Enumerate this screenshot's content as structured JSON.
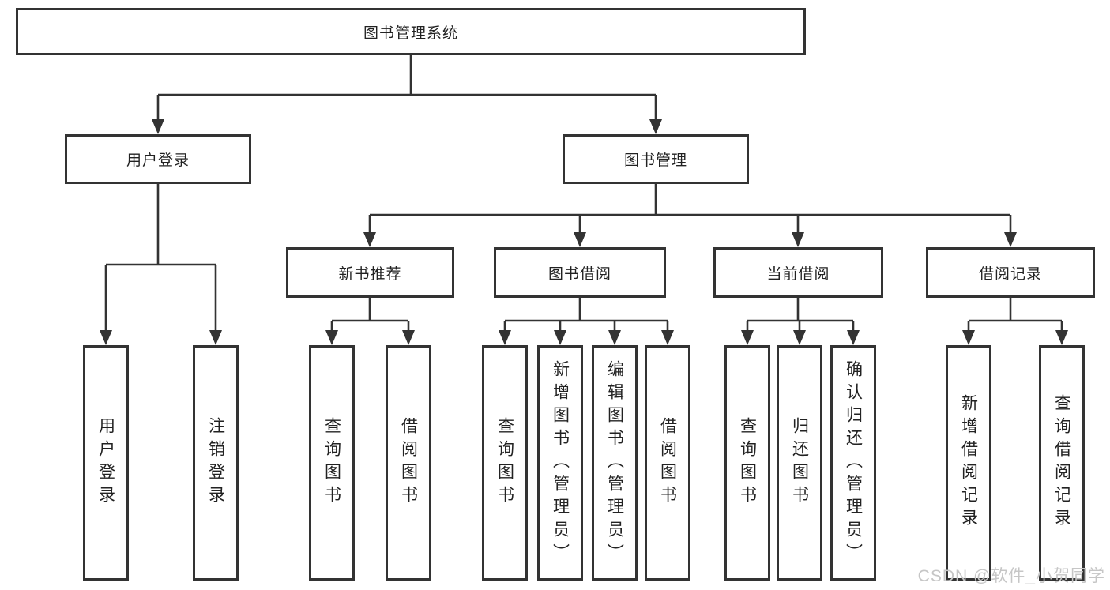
{
  "diagram": {
    "title": "图书管理系统",
    "branches": [
      {
        "label": "用户登录",
        "children": [
          {
            "label": "用户登录"
          },
          {
            "label": "注销登录"
          }
        ]
      },
      {
        "label": "图书管理",
        "children": [
          {
            "label": "新书推荐",
            "children": [
              {
                "label": "查询图书"
              },
              {
                "label": "借阅图书"
              }
            ]
          },
          {
            "label": "图书借阅",
            "children": [
              {
                "label": "查询图书"
              },
              {
                "label": "新增图书（管理员）"
              },
              {
                "label": "编辑图书（管理员）"
              },
              {
                "label": "借阅图书"
              }
            ]
          },
          {
            "label": "当前借阅",
            "children": [
              {
                "label": "查询图书"
              },
              {
                "label": "归还图书"
              },
              {
                "label": "确认归还（管理员）"
              }
            ]
          },
          {
            "label": "借阅记录",
            "children": [
              {
                "label": "新增借阅记录"
              },
              {
                "label": "查询借阅记录"
              }
            ]
          }
        ]
      }
    ]
  },
  "watermark": "CSDN @软件_小贺同学",
  "colors": {
    "line": "#333333",
    "text": "#222222",
    "watermark": "#c6c6c6",
    "bg": "#ffffff"
  }
}
